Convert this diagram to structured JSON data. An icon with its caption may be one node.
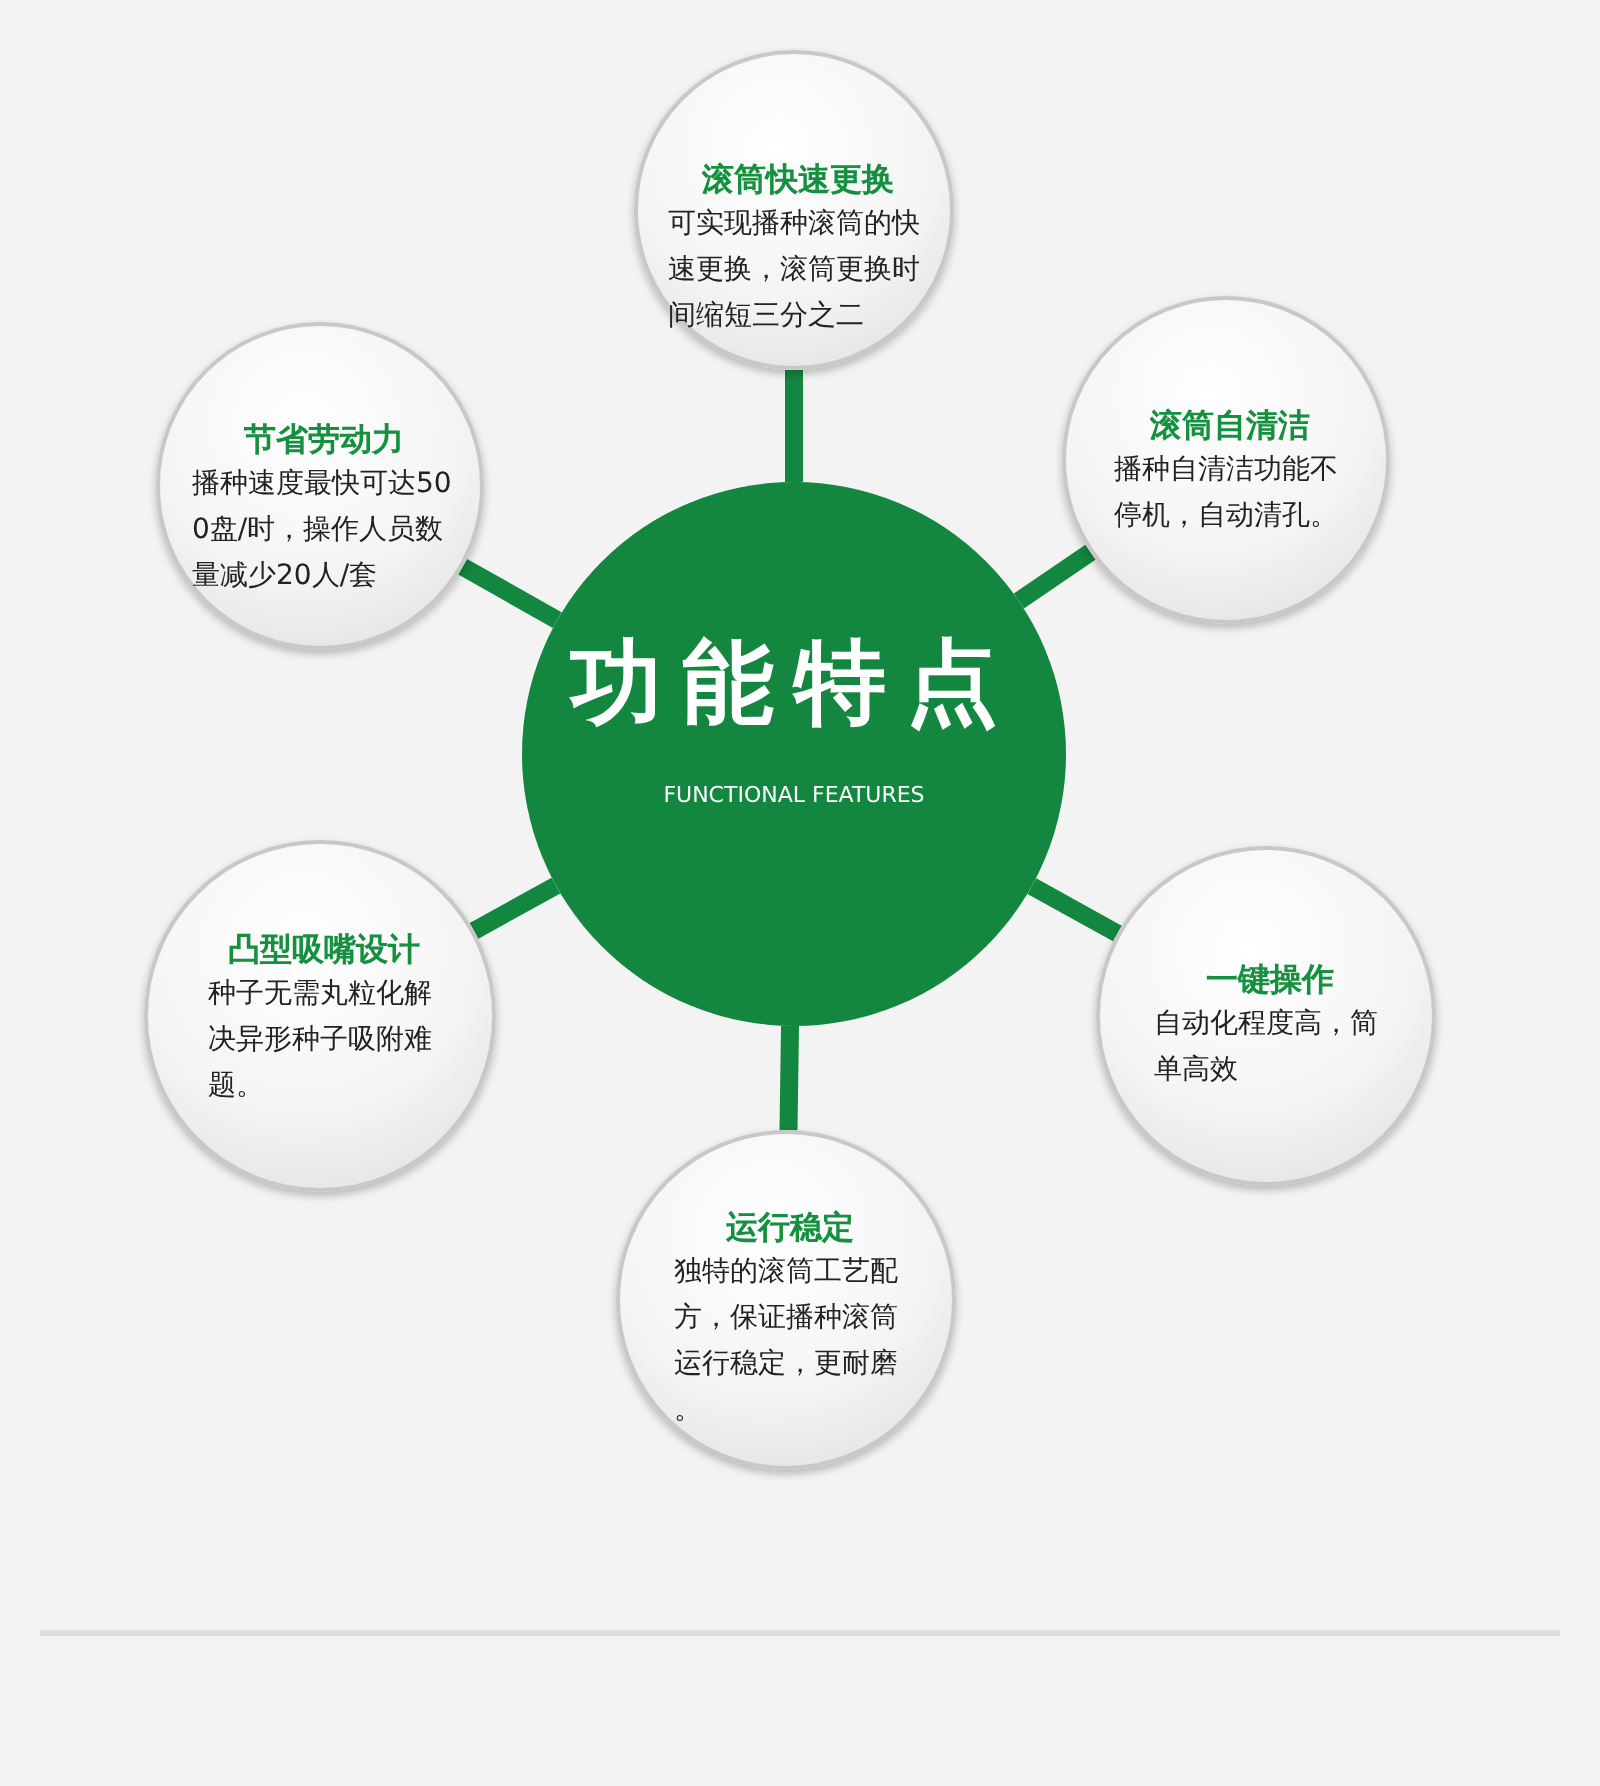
{
  "diagram": {
    "nodes": [
      {
        "text": [
          "功能特点",
          "FUNCTIONAL FEATURES"
        ]
      },
      {
        "text": [
          "滚筒快速更换",
          "可实现播种滚筒的快速更换，滚筒更换时间缩短三分之二"
        ]
      },
      {
        "text": [
          "节省劳动力",
          "播种速度最快可达500盘/时，操作人员数量减少20人/套"
        ]
      },
      {
        "text": [
          "滚筒自清洁",
          "播种自清洁功能不停机，自动清孔。"
        ]
      },
      {
        "text": [
          "凸型吸嘴设计",
          "种子无需丸粒化解决异形种子吸附难题。"
        ]
      },
      {
        "text": [
          "一键操作",
          "自动化程度高，简单高效"
        ]
      },
      {
        "text": [
          "运行稳定",
          "独特的滚筒工艺配方，保证播种滚筒运行稳定，更耐磨。"
        ]
      }
    ],
    "edges": [
      {
        "from": 0,
        "to": 1,
        "arrow": "none"
      },
      {
        "from": 0,
        "to": 2,
        "arrow": "none"
      },
      {
        "from": 0,
        "to": 3,
        "arrow": "none"
      },
      {
        "from": 0,
        "to": 4,
        "arrow": "none"
      },
      {
        "from": 0,
        "to": 5,
        "arrow": "none"
      },
      {
        "from": 0,
        "to": 6,
        "arrow": "none"
      }
    ]
  }
}
